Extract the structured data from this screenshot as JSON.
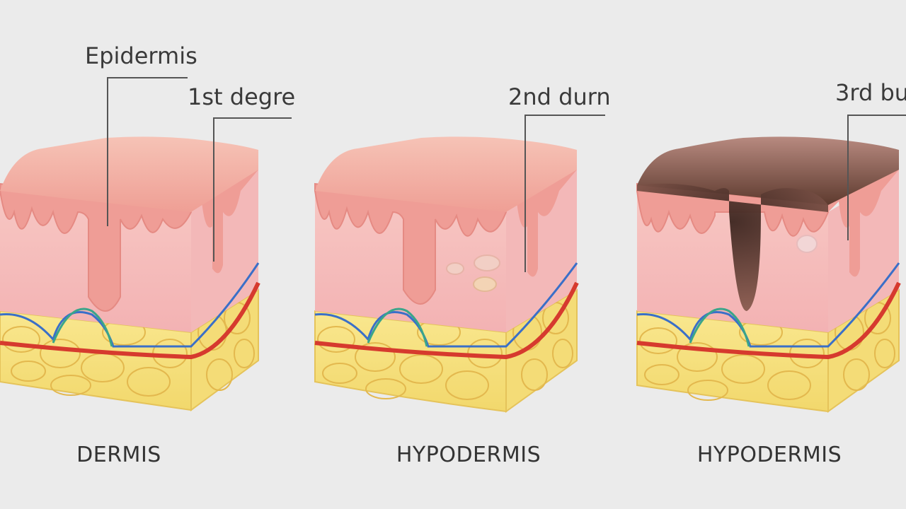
{
  "annotations": {
    "epidermis": "Epidermis",
    "first_degree": "1st degre",
    "second_degree": "2nd durn",
    "third_degree": "3rd bu"
  },
  "captions": {
    "panel1": "DERMIS",
    "panel2": "HYPODERMIS",
    "panel3": "HYPODERMIS"
  },
  "colors": {
    "background": "#ebebeb",
    "epidermis_top": "#f4b8ac",
    "dermis": "#f7c3c0",
    "papillae": "#ee9e98",
    "fat": "#f6e27e",
    "fat_outline": "#e5c35a",
    "artery": "#d63a2e",
    "vein": "#3a6fc8",
    "capillary_green": "#3aa58a",
    "eschar": "#6b4436"
  },
  "icons": [
    "skin-cross-section-first-degree",
    "skin-cross-section-second-degree",
    "skin-cross-section-third-degree"
  ]
}
